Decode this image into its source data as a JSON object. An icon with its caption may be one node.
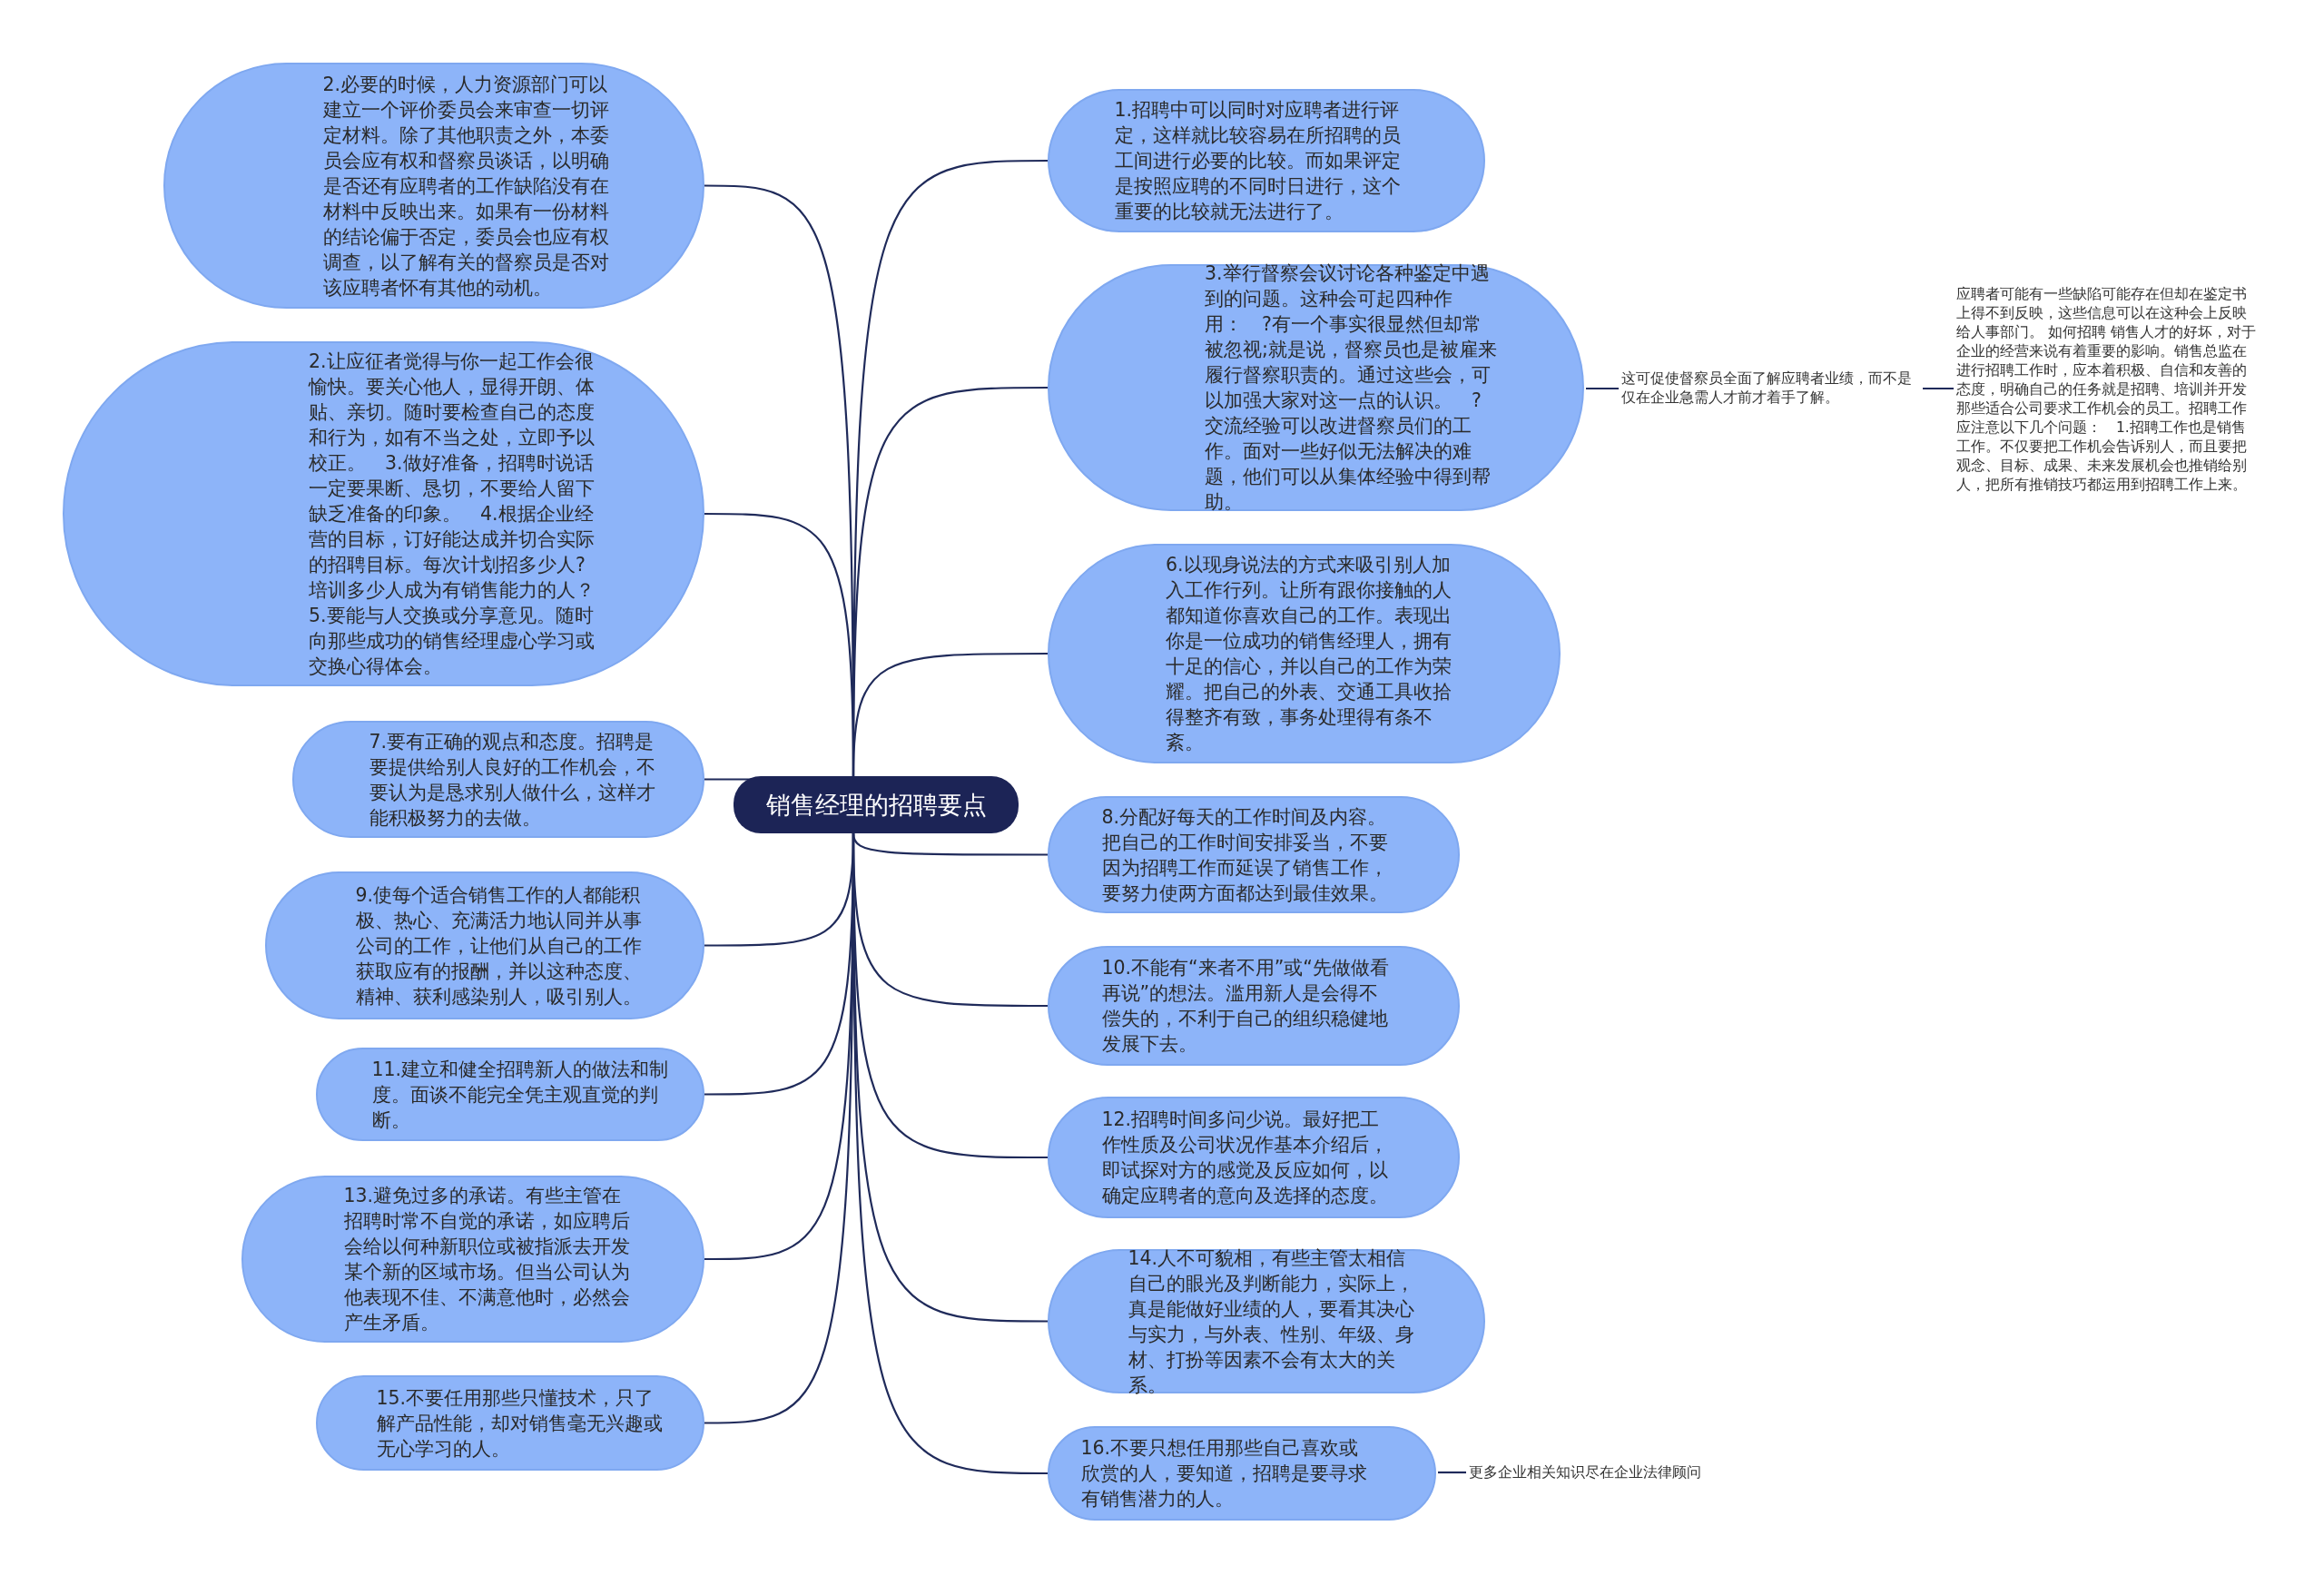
{
  "diagram": {
    "nodes": [
      {
        "text": [
          "销售经理的招聘要点"
        ]
      },
      {
        "text": [
          "2.必要的时候，人力资源部门可以建立一个评价委员会来审查一切评定材料。除了其他职责之外，本委员会应有权和督察员谈话，以明确是否还有应聘者的工作缺陷没有在材料中反映出来。如果有一份材料的结论偏于否定，委员会也应有权调查，以了解有关的督察员是否对该应聘者怀有其他的动机。"
        ]
      },
      {
        "text": [
          "2.让应征者觉得与你一起工作会很愉快。要关心他人，显得开朗、体贴、亲切。随时要检查自己的态度和行为，如有不当之处，立即予以校正。　3.做好准备，招聘时说话一定要果断、恳切，不要给人留下缺乏准备的印象。　4.根据企业经营的目标，订好能达成并切合实际的招聘目标。每次计划招多少人?培训多少人成为有销售能力的人？ 5.要能与人交换或分享意见。随时向那些成功的销售经理虚心学习或交换心得体会。"
        ]
      },
      {
        "text": [
          "7.要有正确的观点和态度。招聘是要提供给别人良好的工作机会，不要认为是恳求别人做什么，这样才能积极努力的去做。"
        ]
      },
      {
        "text": [
          "9.使每个适合销售工作的人都能积极、热心、充满活力地认同并从事公司的工作，让他们从自己的工作获取应有的报酬，并以这种态度、精神、获利感染别人，吸引别人。"
        ]
      },
      {
        "text": [
          "11.建立和健全招聘新人的做法和制度。面谈不能完全凭主观直觉的判断。"
        ]
      },
      {
        "text": [
          "13.避免过多的承诺。有些主管在招聘时常不自觉的承诺，如应聘后会给以何种新职位或被指派去开发某个新的区域市场。但当公司认为他表现不佳、不满意他时，必然会产生矛盾。"
        ]
      },
      {
        "text": [
          "15.不要任用那些只懂技术，只了解产品性能，却对销售毫无兴趣或无心学习的人。"
        ]
      },
      {
        "text": [
          "1.招聘中可以同时对应聘者进行评定，这样就比较容易在所招聘的员工间进行必要的比较。而如果评定是按照应聘的不同时日进行，这个重要的比较就无法进行了。"
        ]
      },
      {
        "text": [
          "3.举行督察会议讨论各种鉴定中遇到的问题。这种会可起四种作用：　?有一个事实很显然但却常被忽视;就是说，督察员也是被雇来履行督察职责的。通过这些会，可以加强大家对这一点的认识。　?交流经验可以改进督察员们的工作。面对一些好似无法解决的难题，他们可以从集体经验中得到帮助。"
        ]
      },
      {
        "text": [
          "6.以现身说法的方式来吸引别人加入工作行列。让所有跟你接触的人都知道你喜欢自己的工作。表现出你是一位成功的销售经理人，拥有十足的信心，并以自己的工作为荣耀。把自己的外表、交通工具收拾得整齐有致，事务处理得有条不紊。"
        ]
      },
      {
        "text": [
          "8.分配好每天的工作时间及内容。把自己的工作时间安排妥当，不要因为招聘工作而延误了销售工作，要努力使两方面都达到最佳效果。"
        ]
      },
      {
        "text": [
          "10.不能有“来者不用”或“先做做看再说”的想法。滥用新人是会得不偿失的，不利于自己的组织稳健地发展下去。"
        ]
      },
      {
        "text": [
          "12.招聘时间多问少说。最好把工作性质及公司状况作基本介绍后，即试探对方的感觉及反应如何，以确定应聘者的意向及选择的态度。"
        ]
      },
      {
        "text": [
          "14.人不可貌相，有些主管太相信自己的眼光及判断能力，实际上，真是能做好业绩的人，要看其决心与实力，与外表、性别、年级、身材、打扮等因素不会有太大的关系。"
        ]
      },
      {
        "text": [
          "16.不要只想任用那些自己喜欢或欣赏的人，要知道，招聘是要寻求有销售潜力的人。"
        ]
      },
      {
        "text": [
          "这可促使督察员全面了解应聘者业绩，而不是仅在企业急需人才前才着手了解。"
        ]
      },
      {
        "text": [
          "应聘者可能有一些缺陷可能存在但却在鉴定书上得不到反映，这些信息可以在这种会上反映给人事部门。 如何招聘  销售人才的好坏，对于企业的经营来说有着重要的影响。销售总监在进行招聘工作时，应本着积极、自信和友善的态度，明确自己的任务就是招聘、培训并开发那些适合公司要求工作机会的员工。招聘工作应注意以下几个问题：　1.招聘工作也是销售工作。不仅要把工作机会告诉别人，而且要把观念、目标、成果、未来发展机会也推销给别人，把所有推销技巧都运用到招聘工作上来。"
        ]
      },
      {
        "text": [
          "更多企业相关知识尽在企业法律顾问"
        ]
      }
    ],
    "edges": [
      {
        "from": 0,
        "to": 1,
        "arrow": "none"
      },
      {
        "from": 0,
        "to": 2,
        "arrow": "none"
      },
      {
        "from": 0,
        "to": 3,
        "arrow": "none"
      },
      {
        "from": 0,
        "to": 4,
        "arrow": "none"
      },
      {
        "from": 0,
        "to": 5,
        "arrow": "none"
      },
      {
        "from": 0,
        "to": 6,
        "arrow": "none"
      },
      {
        "from": 0,
        "to": 7,
        "arrow": "none"
      },
      {
        "from": 0,
        "to": 8,
        "arrow": "none"
      },
      {
        "from": 0,
        "to": 9,
        "arrow": "none"
      },
      {
        "from": 0,
        "to": 10,
        "arrow": "none"
      },
      {
        "from": 0,
        "to": 11,
        "arrow": "none"
      },
      {
        "from": 0,
        "to": 12,
        "arrow": "none"
      },
      {
        "from": 0,
        "to": 13,
        "arrow": "none"
      },
      {
        "from": 0,
        "to": 14,
        "arrow": "none"
      },
      {
        "from": 0,
        "to": 15,
        "arrow": "none"
      },
      {
        "from": 9,
        "to": 16,
        "arrow": "none"
      },
      {
        "from": 16,
        "to": 17,
        "arrow": "none"
      },
      {
        "from": 15,
        "to": 18,
        "arrow": "none"
      }
    ]
  }
}
